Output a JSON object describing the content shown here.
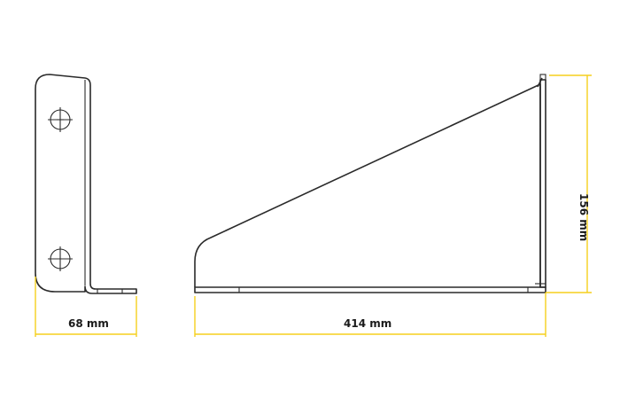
{
  "diagram": {
    "type": "technical drawing of an L-shaped triangular wall bracket",
    "views": [
      "side view (left)",
      "front profile view (right)"
    ],
    "dimensions": {
      "width_label": "68 mm",
      "length_label": "414 mm",
      "height_label": "156 mm"
    },
    "colors": {
      "line": "#2a2a2a",
      "dimension": "#f5cf1d",
      "background": "#ffffff"
    },
    "holes": {
      "count": 2,
      "symbol": "crosshair-circle"
    }
  }
}
